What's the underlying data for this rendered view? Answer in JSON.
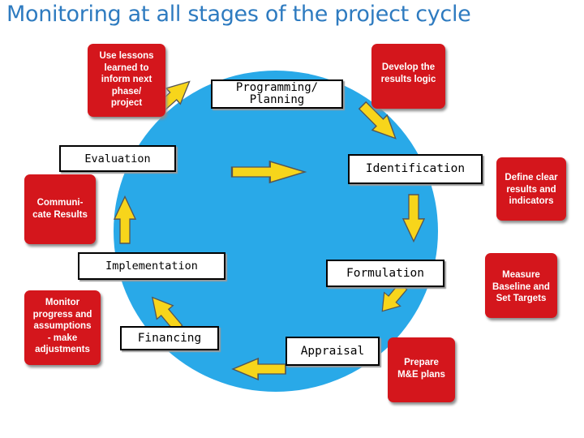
{
  "title": "Monitoring at all stages of the  project cycle",
  "stages": {
    "programming": "Programming/\nPlanning",
    "identification": "Identification",
    "formulation": "Formulation",
    "appraisal": "Appraisal",
    "financing": "Financing",
    "implementation": "Implementation",
    "evaluation": "Evaluation"
  },
  "me_tasks": {
    "lessons": "Use lessons\nlearned to\ninform next\nphase/\nproject",
    "results_logic": "Develop the\nresults logic",
    "indicators": "Define clear\nresults and\nindicators",
    "baseline": "Measure\nBaseline and\nSet Targets",
    "me_plans": "Prepare\nM&E plans",
    "monitor": "Monitor\nprogress and\nassumptions\n- make\nadjustments",
    "communicate": "Communi-\ncate Results"
  },
  "colors": {
    "title": "#2e7bc0",
    "cycle_fill": "#29a9e8",
    "task_fill": "#d4161c",
    "arrow_fill": "#f7d51b"
  }
}
